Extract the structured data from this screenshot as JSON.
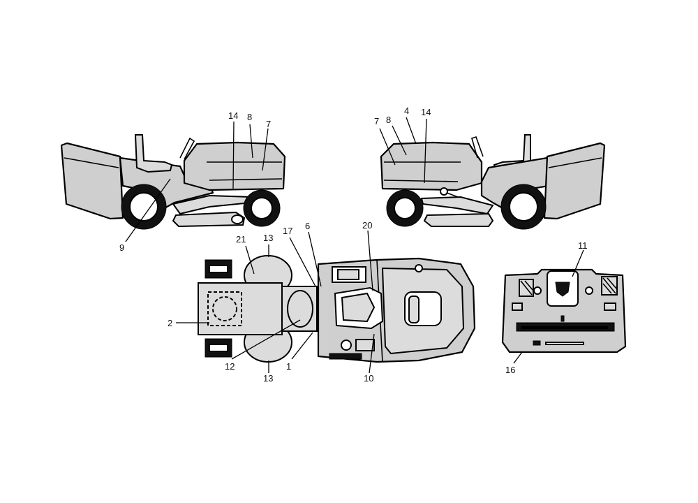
{
  "callouts": {
    "left_14": "14",
    "left_8": "8",
    "left_7": "7",
    "left_9": "9",
    "right_7": "7",
    "right_8": "8",
    "right_4": "4",
    "right_14": "14",
    "top_21": "21",
    "top_13a": "13",
    "top_17": "17",
    "top_6": "6",
    "top_20": "20",
    "top_2": "2",
    "top_12": "12",
    "top_1": "1",
    "top_13b": "13",
    "top_10": "10",
    "panel_11": "11",
    "panel_16": "16"
  }
}
